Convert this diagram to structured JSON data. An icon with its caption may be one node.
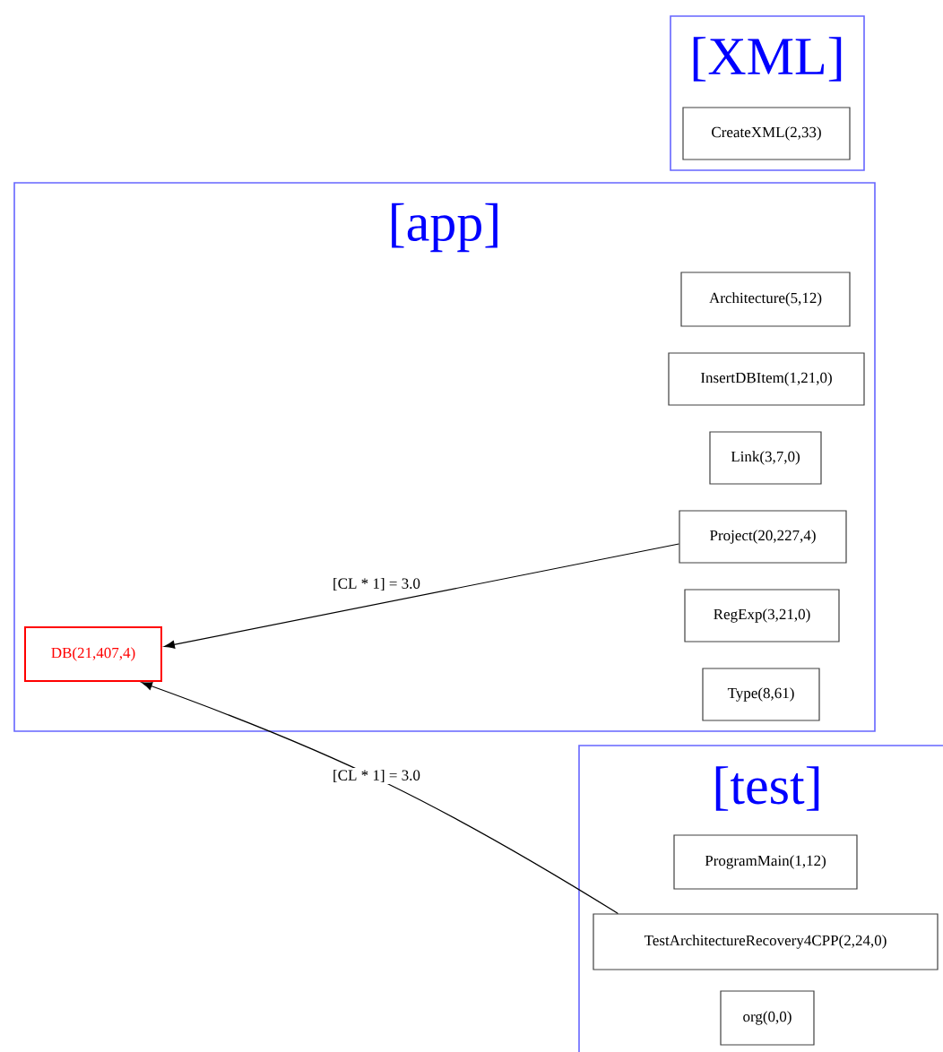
{
  "diagram": {
    "nodes": [
      {
        "text": [
          "[XML]"
        ]
      },
      {
        "text": [
          "CreateXML(2,33)"
        ],
        "in": 0
      },
      {
        "text": [
          "[app]"
        ]
      },
      {
        "text": [
          "Architecture(5,12)"
        ],
        "in": 2
      },
      {
        "text": [
          "InsertDBItem(1,21,0)"
        ],
        "in": 2
      },
      {
        "text": [
          "Link(3,7,0)"
        ],
        "in": 2
      },
      {
        "text": [
          "Project(20,227,4)"
        ],
        "in": 2
      },
      {
        "text": [
          "RegExp(3,21,0)"
        ],
        "in": 2
      },
      {
        "text": [
          "Type(8,61)"
        ],
        "in": 2
      },
      {
        "text": [
          "DB(21,407,4)"
        ],
        "in": 2
      },
      {
        "text": [
          "[test]"
        ]
      },
      {
        "text": [
          "ProgramMain(1,12)"
        ],
        "in": 10
      },
      {
        "text": [
          "TestArchitectureRecovery4CPP(2,24,0)"
        ],
        "in": 10
      },
      {
        "text": [
          "org(0,0)"
        ],
        "in": 10
      }
    ],
    "edges": [
      {
        "from": 6,
        "to": 9,
        "arrow": "to",
        "label": "[CL * 1] = 3.0"
      },
      {
        "from": 12,
        "to": 9,
        "arrow": "to",
        "label": "[CL * 1] = 3.0"
      }
    ]
  }
}
